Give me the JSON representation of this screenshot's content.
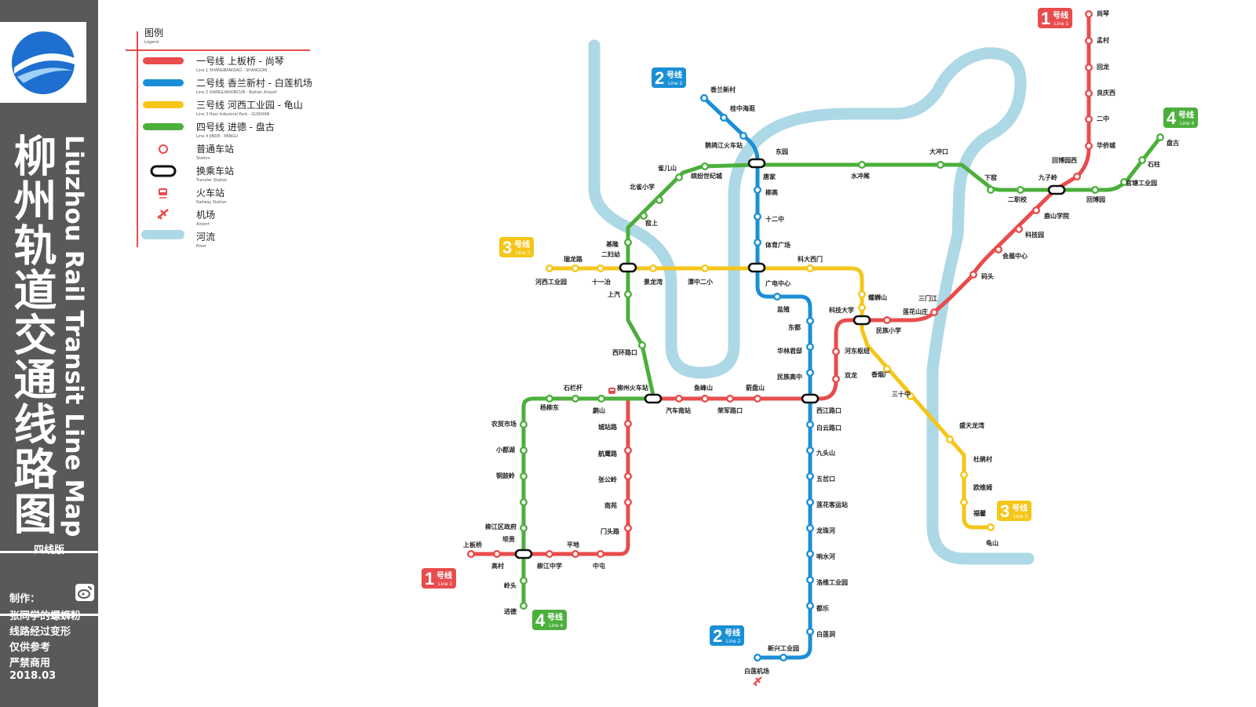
{
  "title_cn": "柳州轨道交通线路图",
  "title_en": "Liuzhou Rail Transit Line Map",
  "edition": "四线版",
  "credit_label": "制作：",
  "credit_name": "张同学的螺蛳粉",
  "notes": [
    "线路经过变形",
    "仅供参考",
    "严禁商用",
    "2018.03"
  ],
  "legend": {
    "title": "图例",
    "title_en": "Legend",
    "items": [
      {
        "kind": "line",
        "color": "#e84c4c",
        "label": "一号线  上板桥 - 尚琴",
        "sub": "Line 1  SHANGBANQIAO - SHANGQIN"
      },
      {
        "kind": "line",
        "color": "#1a8fd6",
        "label": "二号线  香兰新村 - 白莲机场",
        "sub": "Line 2  XIANGLANXINCUN - Bailian Airport"
      },
      {
        "kind": "line",
        "color": "#f5c518",
        "label": "三号线  河西工业园 - 龟山",
        "sub": "Line 3  Hexi Industrial Park - GUISHAN"
      },
      {
        "kind": "line",
        "color": "#4caf3c",
        "label": "四号线  进德 - 盘古",
        "sub": "Line 4  JINDE - PANGU"
      },
      {
        "kind": "station",
        "label": "普通车站",
        "sub": "Station"
      },
      {
        "kind": "transfer",
        "label": "换乘车站",
        "sub": "Transfer Station"
      },
      {
        "kind": "rail",
        "label": "火车站",
        "sub": "Railway Station"
      },
      {
        "kind": "airport",
        "label": "机场",
        "sub": "Airport"
      },
      {
        "kind": "river",
        "label": "河流",
        "sub": "River"
      }
    ]
  },
  "line_badges": [
    {
      "num": "1",
      "label": "号线",
      "en": "Line 1",
      "color": "#e84c4c"
    },
    {
      "num": "1",
      "label": "号线",
      "en": "Line 1",
      "color": "#e84c4c"
    },
    {
      "num": "2",
      "label": "号线",
      "en": "Line 2",
      "color": "#1a8fd6"
    },
    {
      "num": "2",
      "label": "号线",
      "en": "Line 2",
      "color": "#1a8fd6"
    },
    {
      "num": "3",
      "label": "号线",
      "en": "Line 3",
      "color": "#f5c518"
    },
    {
      "num": "3",
      "label": "号线",
      "en": "Line 3",
      "color": "#f5c518"
    },
    {
      "num": "4",
      "label": "号线",
      "en": "Line 4",
      "color": "#4caf3c"
    },
    {
      "num": "4",
      "label": "号线",
      "en": "Line 4",
      "color": "#4caf3c"
    }
  ],
  "stations": [
    "尚琴",
    "孟村",
    "回龙",
    "良庆西",
    "二中",
    "华侨城",
    "回博园西",
    "九子岭",
    "鹿山学院",
    "科技园",
    "会展中心",
    "码头",
    "三门江",
    "莲花山庄",
    "民族小学",
    "河东枢纽",
    "双龙",
    "三十中",
    "盛天龙湾",
    "杜鹃村",
    "欧维姆",
    "福馨",
    "龟山",
    "上板桥",
    "高村",
    "岭头",
    "进德",
    "柳江中学",
    "平地",
    "中屯",
    "门头路",
    "南苑",
    "张公岭",
    "航鹰路",
    "城站路",
    "鹧山",
    "石栏杆",
    "柳州火车站",
    "汽车南站",
    "荣军路口",
    "鱼峰山",
    "箭盘山",
    "西江路口",
    "白云路口",
    "九头山",
    "五岔口",
    "莲花客运站",
    "龙珠河",
    "响水河",
    "洛维工业园",
    "都乐",
    "白莲洞",
    "新兴工业园",
    "白莲机场",
    "香兰新村",
    "桂中海逛",
    "鹊鸽江火车站",
    "东园",
    "唐家",
    "柳高",
    "十二中",
    "体育广场",
    "广电中心",
    "盐殖",
    "东都",
    "华林君邸",
    "民族高中",
    "河西工业园",
    "瑞龙路",
    "十一冶",
    "基隆",
    "二妇幼",
    "景龙湾",
    "潭中二小",
    "科大西门",
    "螺蛳山",
    "科技大学",
    "香烟厂",
    "大冲口",
    "水冲尾",
    "缤纷世纪城",
    "雀儿山",
    "北雀小学",
    "窑上",
    "上汽",
    "西环路口",
    "杨柳东",
    "农贸市场",
    "小都湖",
    "铜鼓岭",
    "柳江区政府",
    "坝贵",
    "下窑",
    "二职校",
    "回博园",
    "官塘工业园",
    "石柱",
    "盘古"
  ]
}
